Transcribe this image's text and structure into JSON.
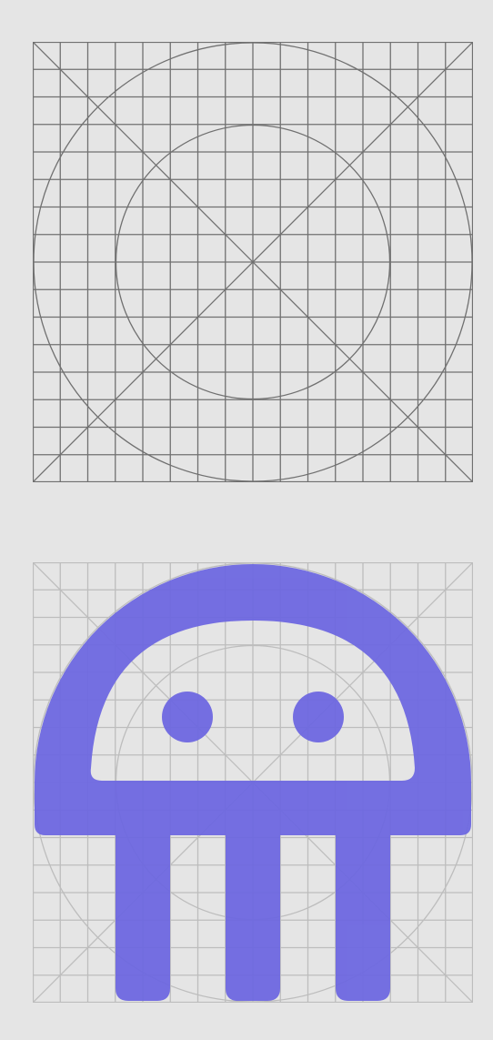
{
  "colors": {
    "background": "#e5e5e5",
    "grid_dark": "#707070",
    "grid_light": "#bdbdbd",
    "icon_fill": "#6c66e1"
  },
  "grid": {
    "columns": 16,
    "rows": 16,
    "has_diagonals": true,
    "circle_count": 2
  },
  "icon": {
    "name": "jellyfish-robot-icon",
    "eyes": 2,
    "legs": 3
  }
}
